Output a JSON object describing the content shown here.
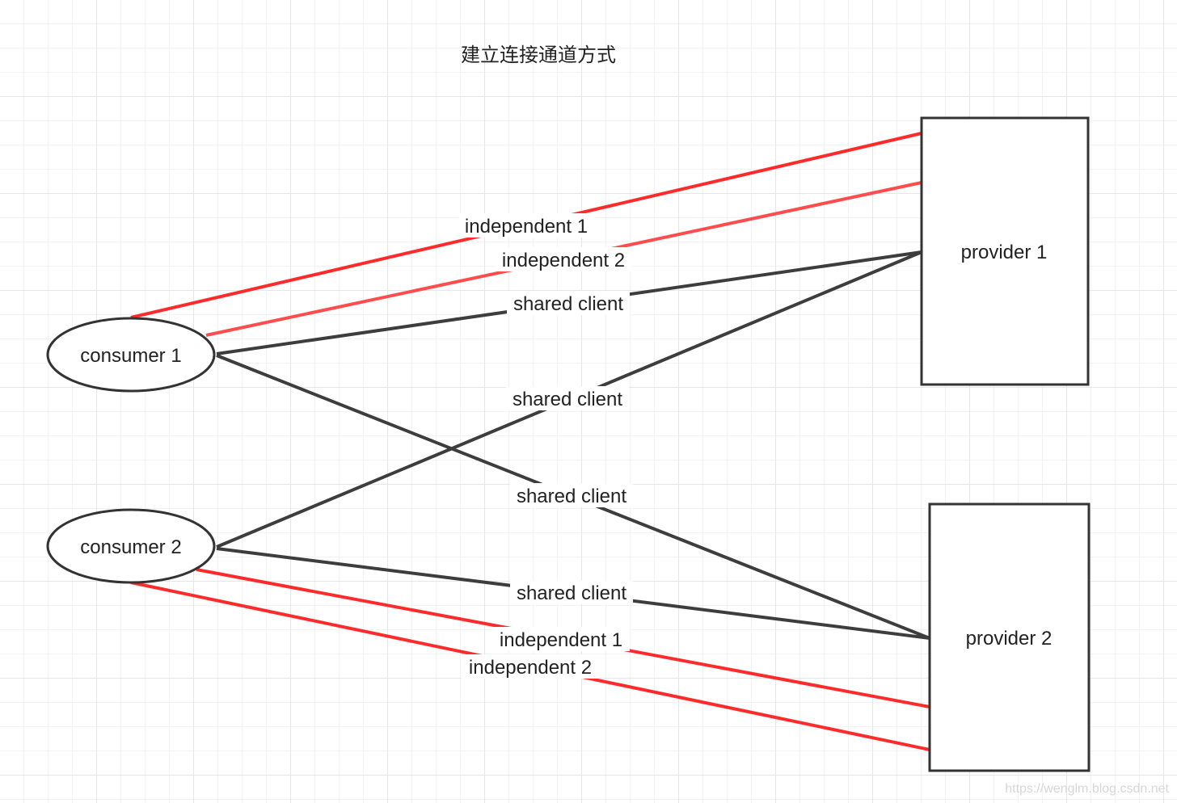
{
  "title": "建立连接通道方式",
  "nodes": {
    "consumer1": "consumer 1",
    "consumer2": "consumer 2",
    "provider1": "provider 1",
    "provider2": "provider 2"
  },
  "edges": [
    {
      "from": "consumer 1",
      "to": "provider 1",
      "label": "independent 1",
      "type": "independent"
    },
    {
      "from": "consumer 1",
      "to": "provider 1",
      "label": "independent 2",
      "type": "independent"
    },
    {
      "from": "consumer 1",
      "to": "provider 1",
      "label": "shared client",
      "type": "shared"
    },
    {
      "from": "consumer 2",
      "to": "provider 1",
      "label": "shared client",
      "type": "shared"
    },
    {
      "from": "consumer 1",
      "to": "provider 2",
      "label": "shared client",
      "type": "shared"
    },
    {
      "from": "consumer 2",
      "to": "provider 2",
      "label": "shared client",
      "type": "shared"
    },
    {
      "from": "consumer 2",
      "to": "provider 2",
      "label": "independent 1",
      "type": "independent"
    },
    {
      "from": "consumer 2",
      "to": "provider 2",
      "label": "independent 2",
      "type": "independent"
    }
  ],
  "colors": {
    "independent": "#ff2b2b",
    "independent_light": "#ff4c4c",
    "shared": "#3d3d3d",
    "shape_stroke": "#333333",
    "grid": "#e6e6e6"
  },
  "watermark": "https://wenglm.blog.csdn.net"
}
